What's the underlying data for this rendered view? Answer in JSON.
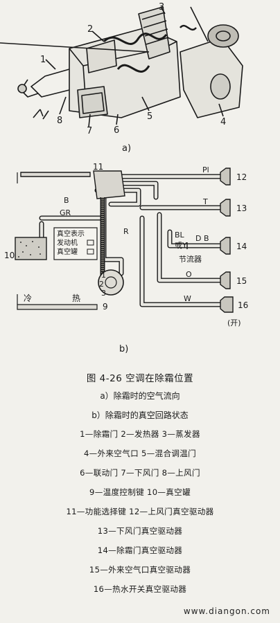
{
  "figure": {
    "part_a_label": "a)",
    "part_b_label": "b)",
    "title": "图 4-26   空调在除霜位置",
    "subcaption_a": "a）除霜时的空气流向",
    "subcaption_b": "b）除霜时的真空回路状态",
    "legend": [
      "1—除霜门   2—发热器   3—蒸发器",
      "4—外来空气口   5—混合调温门",
      "6—联动门   7—下风门   8—上风门",
      "9—温度控制键   10—真空罐",
      "11—功能选择键   12—上风门真空驱动器",
      "13—下风门真空驱动器",
      "14—除霜门真空驱动器",
      "15—外来空气口真空驱动器",
      "16—热水开关真空驱动器"
    ]
  },
  "diagram_a": {
    "numbers": [
      "1",
      "2",
      "3",
      "4",
      "5",
      "6",
      "7",
      "8"
    ]
  },
  "diagram_b": {
    "numbers": [
      "11",
      "12",
      "13",
      "14",
      "15",
      "16",
      "10",
      "9",
      "1",
      "2",
      "3"
    ],
    "line_labels": [
      "Pl",
      "T",
      "BL",
      "或Y",
      "D B",
      "O",
      "W",
      "B",
      "GR",
      "R"
    ],
    "tank_label": [
      "真空表示",
      "发动机",
      "真空罐"
    ],
    "restrictor": "节流器",
    "temp_cold": "冷",
    "temp_hot": "热",
    "open_label": "(开)"
  },
  "watermark": "www.diangon.com"
}
